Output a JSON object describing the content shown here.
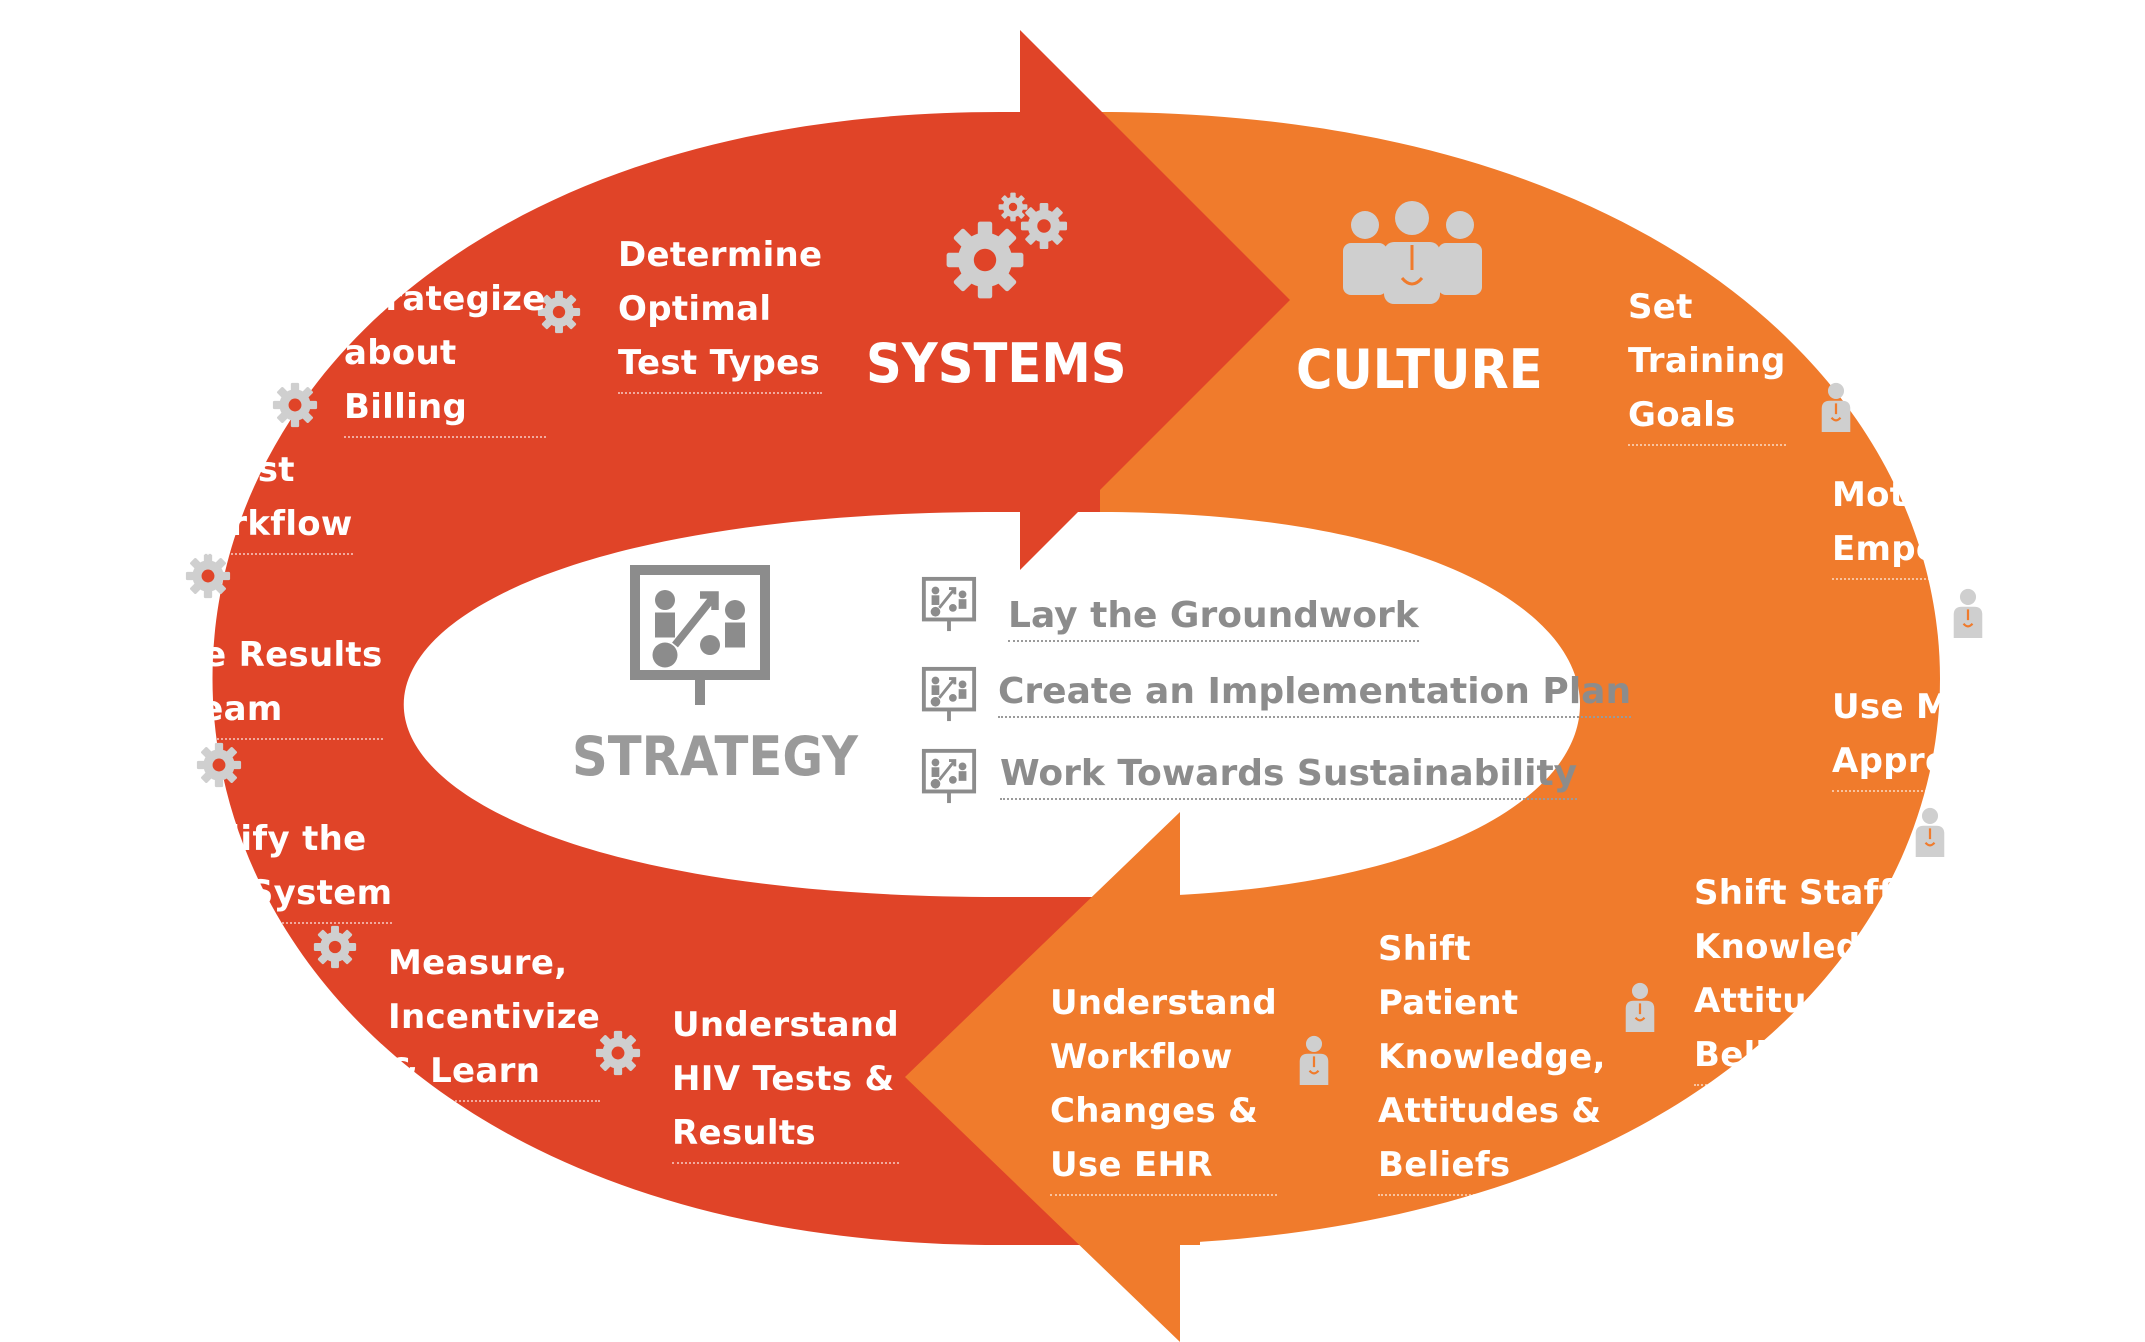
{
  "colors": {
    "systems_red": "#e04428",
    "culture_orange": "#f07b2c",
    "icon_gray": "#cfcfcf",
    "strategy_gray": "#8c8c8c",
    "text_white": "#ffffff"
  },
  "systems": {
    "title": "SYSTEMS",
    "icon": "gears-icon",
    "items": [
      {
        "lines": [
          "Determine",
          "Optimal",
          "Test Types"
        ]
      },
      {
        "lines": [
          "Strategize",
          "about",
          "Billing"
        ],
        "icon": "gear-icon"
      },
      {
        "lines": [
          "Adjust",
          "Workflow"
        ],
        "icon": "gear-icon"
      },
      {
        "lines": [
          "Handle Results",
          "as a Team"
        ],
        "icon": "gear-icon"
      },
      {
        "lines": [
          "Modify the",
          "EHR System"
        ],
        "icon": "gear-icon"
      },
      {
        "lines": [
          "Measure,",
          "Incentivize",
          "& Learn"
        ],
        "icon": "gear-icon"
      },
      {
        "lines": [
          "Understand",
          "HIV Tests &",
          "Results"
        ],
        "icon": "gear-icon"
      }
    ]
  },
  "culture": {
    "title": "CULTURE",
    "icon": "team-icon",
    "items": [
      {
        "lines": [
          "Set",
          "Training",
          "Goals"
        ],
        "icon": "person-icon"
      },
      {
        "lines": [
          "Motivate &",
          "Empower"
        ],
        "icon": "person-icon"
      },
      {
        "lines": [
          "Use Multiple",
          "Approaches"
        ],
        "icon": "person-icon"
      },
      {
        "lines": [
          "Shift Staff",
          "Knowledge,",
          "Attitudes &",
          "Beliefs"
        ],
        "icon": "person-icon"
      },
      {
        "lines": [
          "Shift",
          "Patient",
          "Knowledge,",
          "Attitudes &",
          "Beliefs"
        ],
        "icon": "person-icon"
      },
      {
        "lines": [
          "Understand",
          "Workflow",
          "Changes &",
          "Use EHR"
        ]
      }
    ]
  },
  "strategy": {
    "title": "STRATEGY",
    "icon": "presentation-board-icon",
    "steps": [
      {
        "label": "Lay the Groundwork",
        "icon": "plan-board-icon"
      },
      {
        "label": "Create an Implementation Plan",
        "icon": "plan-board-icon"
      },
      {
        "label": "Work Towards Sustainability",
        "icon": "plan-board-icon"
      }
    ]
  }
}
